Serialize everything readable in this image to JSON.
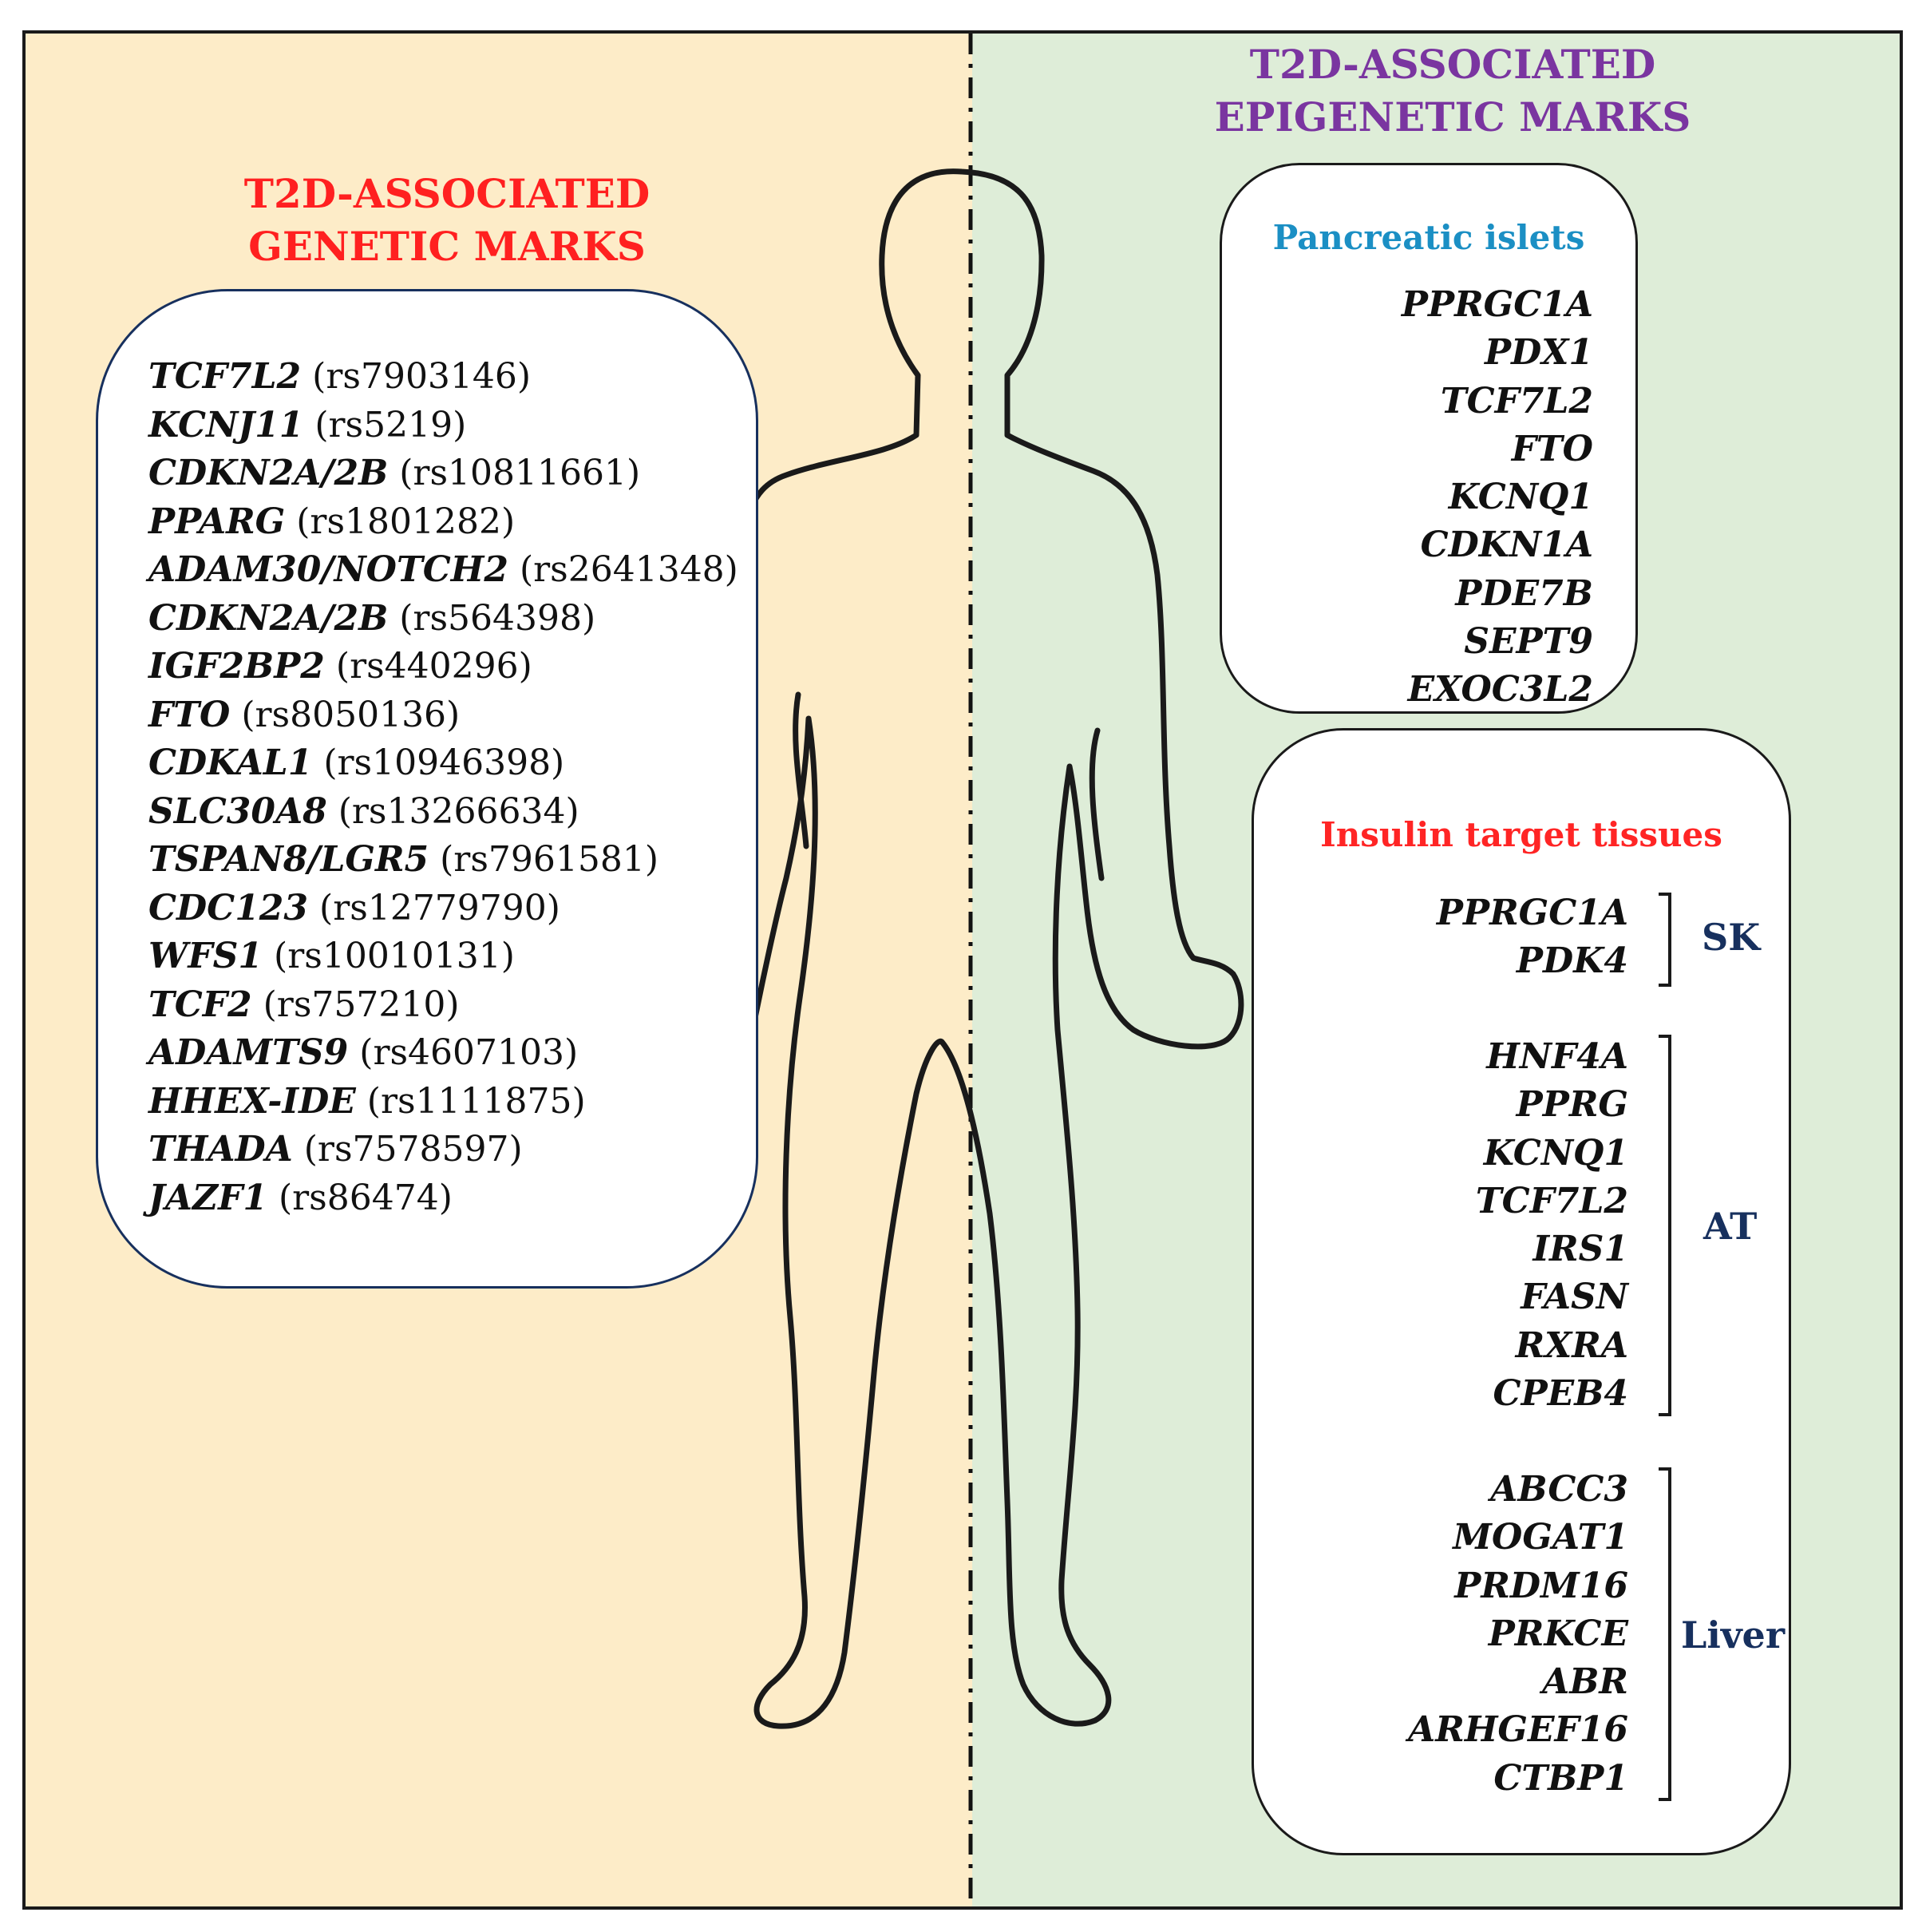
{
  "colors": {
    "genetic_panel_bg": "#fdecc8",
    "epigenetic_panel_bg": "#deedd8",
    "genetic_title": "#ff2020",
    "epigenetic_title": "#7a35a0",
    "islets_title": "#1b8fc4",
    "target_title": "#ff2525",
    "tissue_label": "#17305e"
  },
  "genetic": {
    "title_line1": "T2D-ASSOCIATED",
    "title_line2": "GENETIC MARKS",
    "items": [
      {
        "gene": "TCF7L2",
        "snp": "(rs7903146)"
      },
      {
        "gene": "KCNJ11",
        "snp": "(rs5219)"
      },
      {
        "gene": "CDKN2A/2B",
        "snp": "(rs10811661)"
      },
      {
        "gene": "PPARG",
        "snp": "(rs1801282)"
      },
      {
        "gene": "ADAM30/NOTCH2",
        "snp": "(rs2641348)"
      },
      {
        "gene": "CDKN2A/2B",
        "snp": "(rs564398)"
      },
      {
        "gene": "IGF2BP2",
        "snp": "(rs440296)"
      },
      {
        "gene": "FTO",
        "snp": "(rs8050136)"
      },
      {
        "gene": "CDKAL1",
        "snp": "(rs10946398)"
      },
      {
        "gene": "SLC30A8",
        "snp": "(rs13266634)"
      },
      {
        "gene": "TSPAN8/LGR5",
        "snp": "(rs7961581)"
      },
      {
        "gene": "CDC123",
        "snp": "(rs12779790)"
      },
      {
        "gene": "WFS1",
        "snp": "(rs10010131)"
      },
      {
        "gene": "TCF2",
        "snp": "(rs757210)"
      },
      {
        "gene": "ADAMTS9",
        "snp": "(rs4607103)"
      },
      {
        "gene": "HHEX-IDE",
        "snp": "(rs1111875)"
      },
      {
        "gene": "THADA",
        "snp": "(rs7578597)"
      },
      {
        "gene": "JAZF1",
        "snp": "(rs86474)"
      }
    ]
  },
  "epigenetic": {
    "title_line1": "T2D-ASSOCIATED",
    "title_line2": "EPIGENETIC MARKS",
    "islets": {
      "title": "Pancreatic islets",
      "genes": [
        "PPRGC1A",
        "PDX1",
        "TCF7L2",
        "FTO",
        "KCNQ1",
        "CDKN1A",
        "PDE7B",
        "SEPT9",
        "EXOC3L2"
      ]
    },
    "target": {
      "title": "Insulin target tissues",
      "groups": [
        {
          "label": "SK",
          "genes": [
            "PPRGC1A",
            "PDK4"
          ]
        },
        {
          "label": "AT",
          "genes": [
            "HNF4A",
            "PPRG",
            "KCNQ1",
            "TCF7L2",
            "IRS1",
            "FASN",
            "RXRA",
            "CPEB4"
          ]
        },
        {
          "label": "Liver",
          "genes": [
            "ABCC3",
            "MOGAT1",
            "PRDM16",
            "PRKCE",
            "ABR",
            "ARHGEF16",
            "CTBP1"
          ]
        }
      ]
    }
  }
}
